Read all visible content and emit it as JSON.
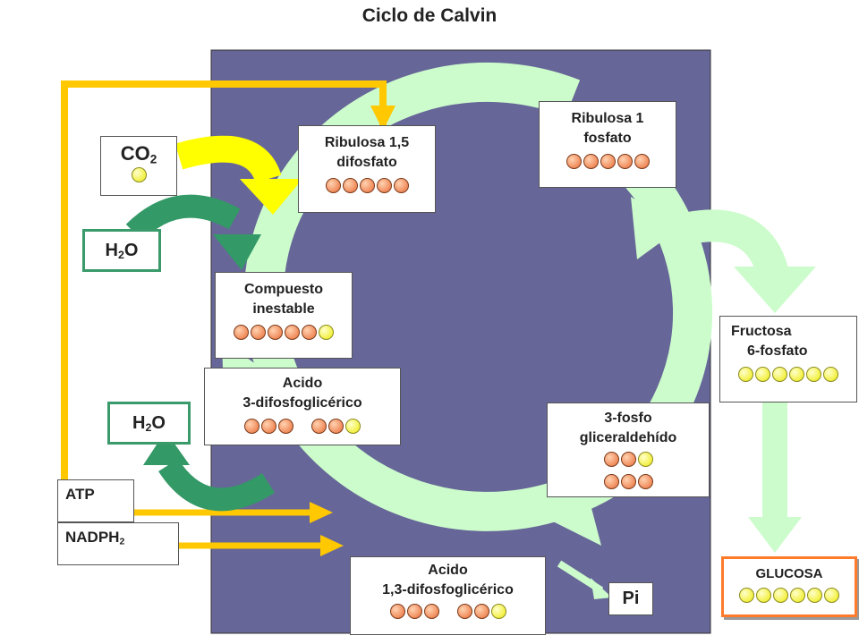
{
  "title": "Ciclo de Calvin",
  "colors": {
    "panel": "#676698",
    "cycle": "#ccfccc",
    "gold": "#ffc800",
    "bright_yellow": "#ffff00",
    "green": "#339966",
    "orange_border": "#ff7a2a"
  },
  "boxes": {
    "ribulosa_difosfato": {
      "line1": "Ribulosa 1,5",
      "line2": "difosfato"
    },
    "ribulosa_fosfato": {
      "line1": "Ribulosa 1",
      "line2": "fosfato"
    },
    "compuesto": {
      "line1": "Compuesto",
      "line2": "inestable"
    },
    "acido_difosfoglicerico": {
      "line1": "Acido",
      "line2": "3-difosfoglicérico"
    },
    "fosfogliceraldehido": {
      "line1": "3-fosfo",
      "line2": "gliceraldehído"
    },
    "fructosa": {
      "line1": "Fructosa",
      "line2": "6-fosfato"
    },
    "acido_13": {
      "line1": "Acido",
      "line2": "1,3-difosfoglicérico"
    },
    "glucosa": {
      "label": "GLUCOSA"
    }
  },
  "molecules": {
    "co2": {
      "base": "CO",
      "sub": "2"
    },
    "h2o_top": {
      "pre": "H",
      "sub": "2",
      "post": "O"
    },
    "h2o_bottom": {
      "pre": "H",
      "sub": "2",
      "post": "O"
    },
    "atp": "ATP",
    "nadph": {
      "base": "NADPH",
      "sub": "2"
    },
    "pi": "Pi"
  }
}
